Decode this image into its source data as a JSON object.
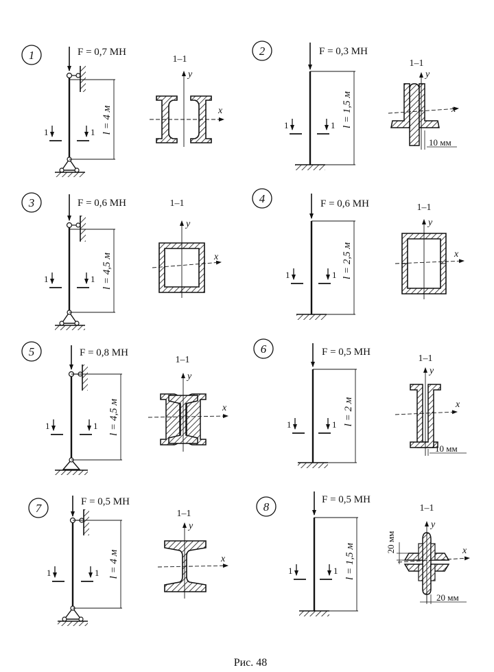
{
  "caption": "Рис. 48",
  "section_label": "1–1",
  "axis_x": "x",
  "axis_y": "y",
  "cut_label": "1",
  "problems": [
    {
      "num": "1",
      "force": "F = 0,7 МН",
      "length": "l = 4 м",
      "support": "pinned",
      "section": "two-channels",
      "dim": ""
    },
    {
      "num": "2",
      "force": "F = 0,3 МН",
      "length": "l = 1,5 м",
      "support": "fixed",
      "section": "angles-plate",
      "dim": "10 мм"
    },
    {
      "num": "3",
      "force": "F = 0,6 МН",
      "length": "l = 4,5 м",
      "support": "pinned",
      "section": "box-channels",
      "dim": ""
    },
    {
      "num": "4",
      "force": "F = 0,6 МН",
      "length": "l = 2,5 м",
      "support": "fixed",
      "section": "box-channels-tall",
      "dim": ""
    },
    {
      "num": "5",
      "force": "F = 0,8 МН",
      "length": "l = 4,5 м",
      "support": "pinned",
      "section": "ibeam-channels",
      "dim": ""
    },
    {
      "num": "6",
      "force": "F = 0,5 МН",
      "length": "l = 2 м",
      "support": "fixed",
      "section": "z-angles-plate",
      "dim": "10 мм"
    },
    {
      "num": "7",
      "force": "F = 0,5 МН",
      "length": "l = 4 м",
      "support": "pinned",
      "section": "ibeam",
      "dim": ""
    },
    {
      "num": "8",
      "force": "F = 0,5 МН",
      "length": "l = 1,5 м",
      "support": "fixed",
      "section": "cross-angles",
      "dim": "20 мм",
      "dim2": "20 мм"
    }
  ]
}
